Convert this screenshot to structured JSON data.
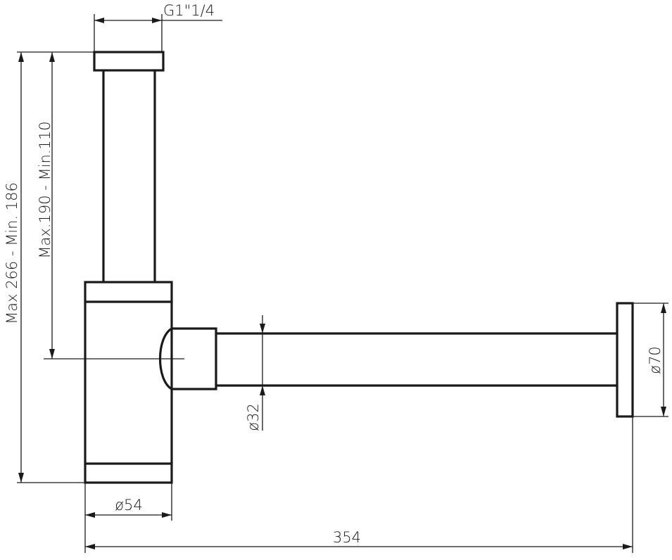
{
  "dimensions": {
    "thread": "G1\"1/4",
    "total_height": "Max 266 - Min. 186",
    "inlet_height": "Max.190 - Min.110",
    "trap_diameter": "ø54",
    "outlet_diameter": "ø32",
    "flange_diameter": "ø70",
    "total_length": "354"
  }
}
